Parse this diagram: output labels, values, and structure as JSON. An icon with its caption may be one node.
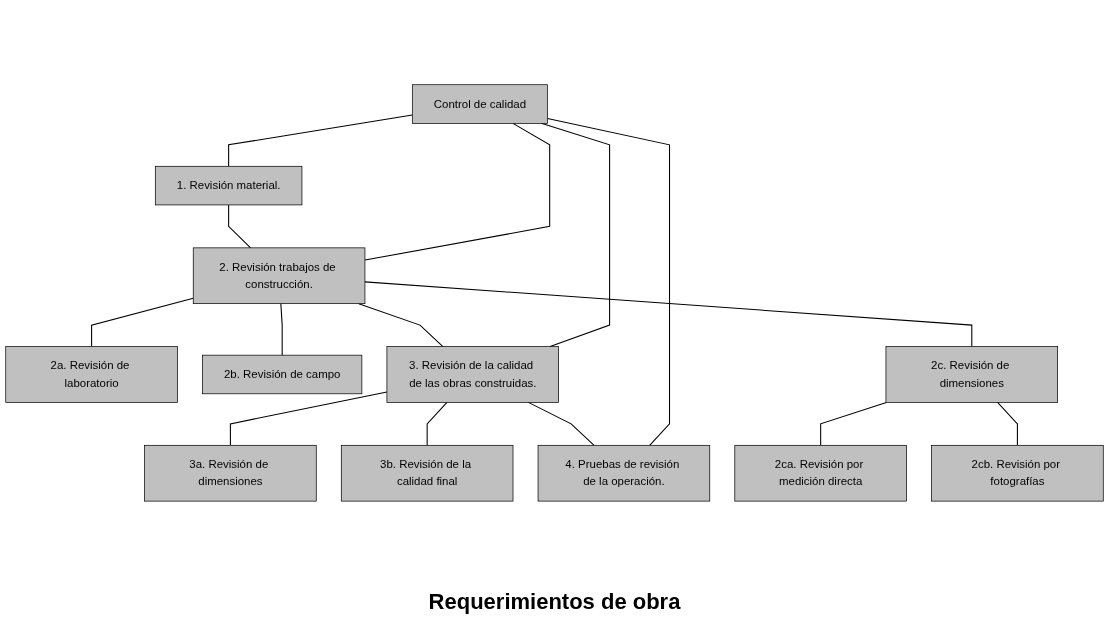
{
  "diagram": {
    "caption": "Requerimientos de obra",
    "nodes": [
      {
        "text": [
          "Control de calidad"
        ]
      },
      {
        "text": [
          "1. Revisión material."
        ]
      },
      {
        "text": [
          "2. Revisión trabajos de construcción."
        ]
      },
      {
        "text": [
          "2a. Revisión de laboratorio"
        ]
      },
      {
        "text": [
          "2b. Revisión de campo"
        ]
      },
      {
        "text": [
          "2c. Revisión de dimensiones"
        ]
      },
      {
        "text": [
          "2ca. Revisión por medición directa"
        ]
      },
      {
        "text": [
          "2cb. Revisión por fotografías"
        ]
      },
      {
        "text": [
          "3. Revisión de la calidad de las obras construidas."
        ]
      },
      {
        "text": [
          "3a. Revisión de dimensiones"
        ]
      },
      {
        "text": [
          "3b. Revisión de la calidad final"
        ]
      },
      {
        "text": [
          "4. Pruebas de revisión de la operación."
        ]
      }
    ],
    "edges": [
      {
        "from": 0,
        "to": 1,
        "arrow": "none"
      },
      {
        "from": 0,
        "to": 2,
        "arrow": "none"
      },
      {
        "from": 0,
        "to": 8,
        "arrow": "none"
      },
      {
        "from": 0,
        "to": 11,
        "arrow": "none"
      },
      {
        "from": 1,
        "to": 2,
        "arrow": "none"
      },
      {
        "from": 2,
        "to": 8,
        "arrow": "none"
      },
      {
        "from": 8,
        "to": 11,
        "arrow": "none"
      },
      {
        "from": 2,
        "to": 3,
        "arrow": "none"
      },
      {
        "from": 2,
        "to": 4,
        "arrow": "none"
      },
      {
        "from": 2,
        "to": 5,
        "arrow": "none"
      },
      {
        "from": 5,
        "to": 6,
        "arrow": "none"
      },
      {
        "from": 5,
        "to": 7,
        "arrow": "none"
      },
      {
        "from": 8,
        "to": 9,
        "arrow": "none"
      },
      {
        "from": 8,
        "to": 10,
        "arrow": "none"
      }
    ]
  }
}
